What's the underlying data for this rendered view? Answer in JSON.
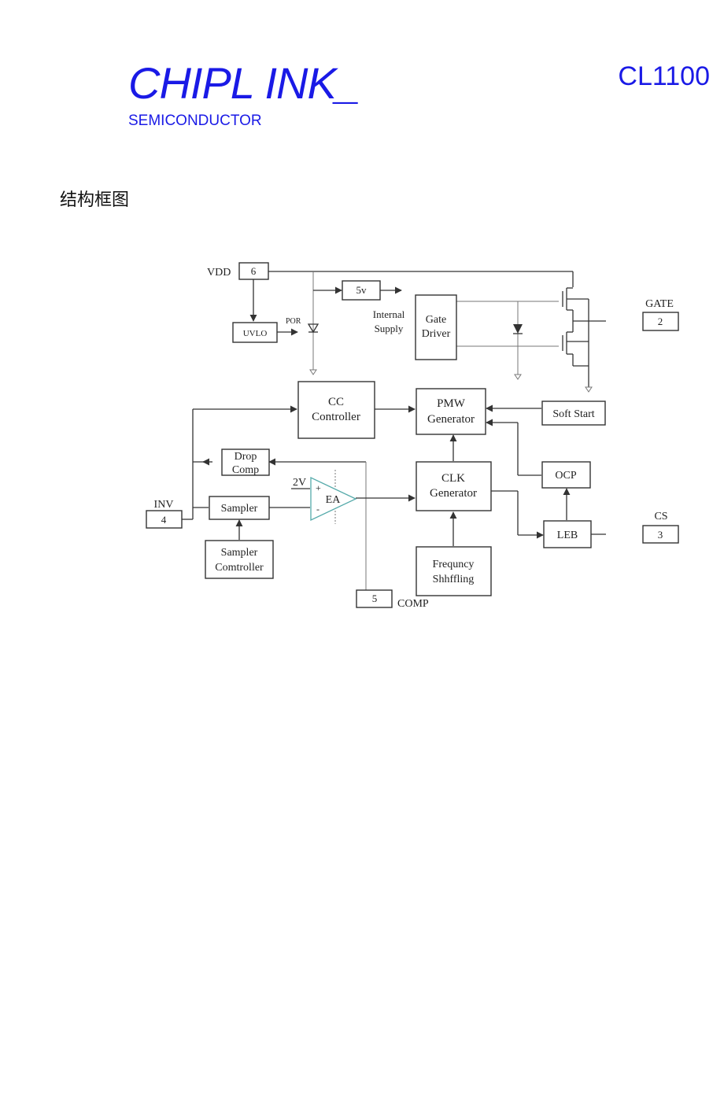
{
  "header": {
    "logo_text": "CHIPL INK_",
    "logo_sub": "SEMICONDUCTOR",
    "part_number": "CL1100"
  },
  "section_title": "结构框图",
  "diagram": {
    "pins": {
      "vdd": {
        "label": "VDD",
        "num": "6"
      },
      "gate": {
        "label": "GATE",
        "num": "2"
      },
      "inv": {
        "label": "INV",
        "num": "4"
      },
      "comp": {
        "label": "COMP",
        "num": "5"
      },
      "cs": {
        "label": "CS",
        "num": "3"
      }
    },
    "blocks": {
      "uvlo": "UVLO",
      "por": "POR",
      "reg5v": "5v",
      "internal_supply": [
        "Internal",
        "Supply"
      ],
      "gate_driver": [
        "Gate",
        "Driver"
      ],
      "cc_controller": [
        "CC",
        "Controller"
      ],
      "pmw_generator": [
        "PMW",
        "Generator"
      ],
      "soft_start": "Soft Start",
      "drop_comp": [
        "Drop",
        "Comp"
      ],
      "ref_2v": "2V",
      "ea": "EA",
      "ea_plus": "+",
      "ea_minus": "-",
      "clk_generator": [
        "CLK",
        "Generator"
      ],
      "ocp": "OCP",
      "sampler": "Sampler",
      "leb": "LEB",
      "sampler_controller": [
        "Sampler",
        "Comtroller"
      ],
      "frequency_shuffling": [
        "Frequncy",
        "Shhffling"
      ]
    }
  }
}
